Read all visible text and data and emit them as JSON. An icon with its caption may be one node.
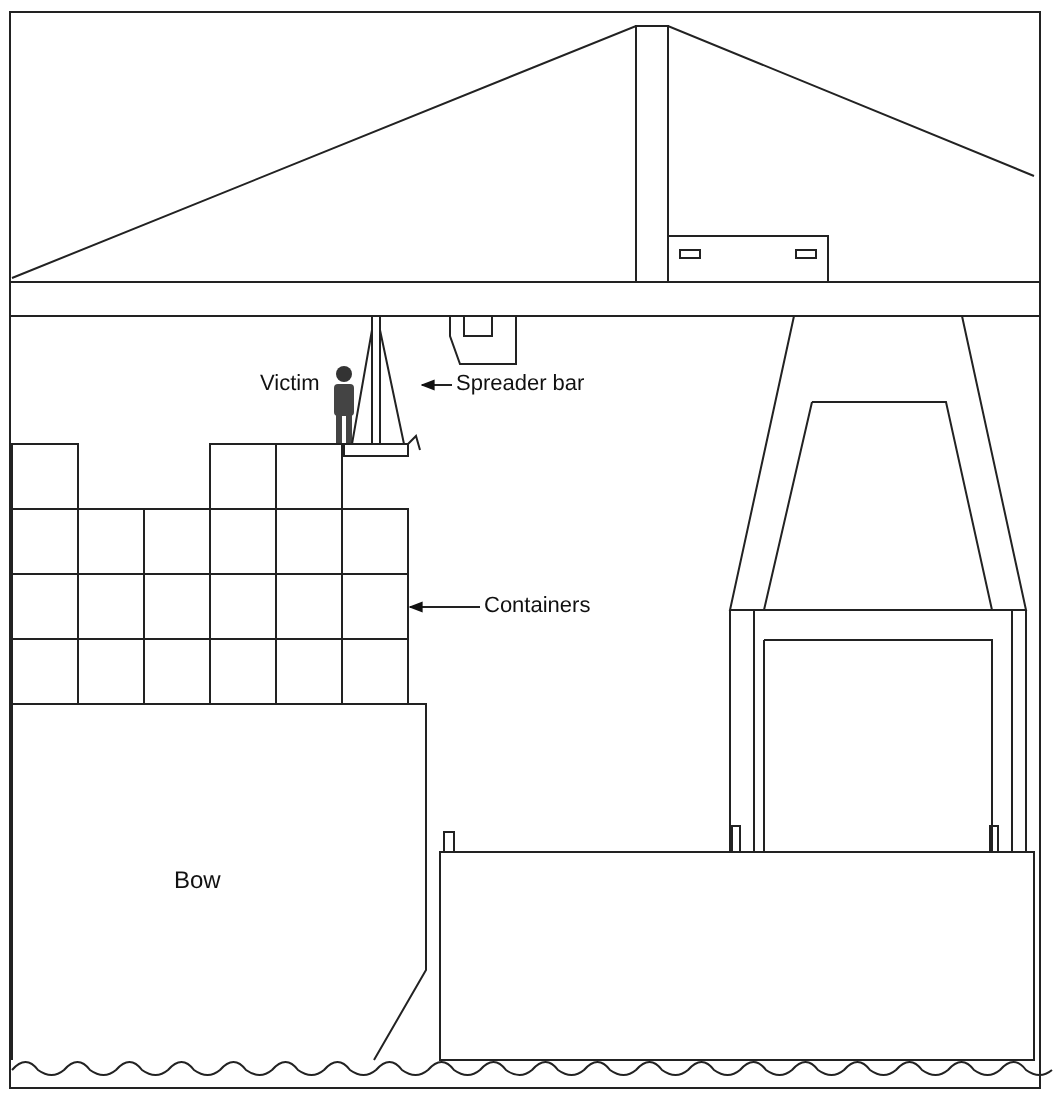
{
  "diagram": {
    "nodes": [
      {
        "text": [
          "Spreader bar"
        ]
      },
      {
        "text": [],
        "shape": "bar"
      },
      {
        "text": [
          "Containers"
        ]
      },
      {
        "text": [],
        "shape": "box"
      },
      {
        "text": [
          "Bow"
        ]
      }
    ],
    "edges": [
      {
        "from": 0,
        "to": 1,
        "arrow": "to"
      },
      {
        "from": 2,
        "to": 3,
        "arrow": "to"
      }
    ],
    "labels": [
      "Victim"
    ]
  }
}
